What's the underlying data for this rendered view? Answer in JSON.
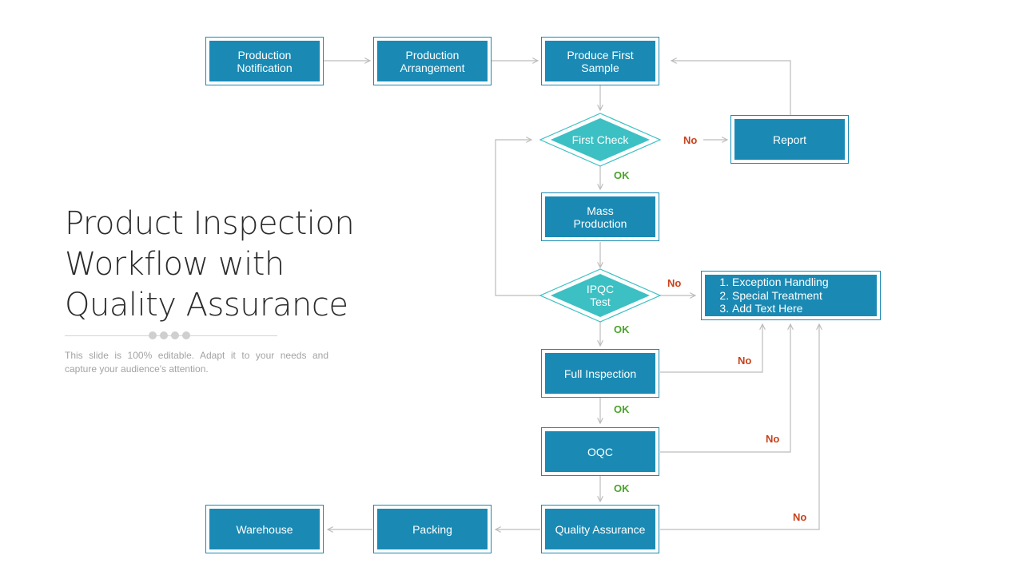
{
  "slide": {
    "title_lines": [
      "Product Inspection",
      "Workflow with",
      "Quality Assurance"
    ],
    "subtitle": "This slide is 100% editable. Adapt it to your needs and capture your audience's attention."
  },
  "nodes": {
    "production_notification": "Production\nNotification",
    "production_arrangement": "Production\nArrangement",
    "produce_first_sample": "Produce First\nSample",
    "first_check": "First Check",
    "report": "Report",
    "mass_production": "Mass\nProduction",
    "ipqc_test": "IPQC\nTest",
    "exception_list": [
      "Exception Handling",
      "Special Treatment",
      "Add Text Here"
    ],
    "full_inspection": "Full Inspection",
    "oqc": "OQC",
    "quality_assurance": "Quality Assurance",
    "packing": "Packing",
    "warehouse": "Warehouse"
  },
  "edge_labels": {
    "ok": "OK",
    "no": "No"
  },
  "colors": {
    "box": "#1a8ab4",
    "diamond": "#3cc0c3",
    "ok": "#4aa32c",
    "no": "#c8411b",
    "connector": "#bcbcbc"
  }
}
